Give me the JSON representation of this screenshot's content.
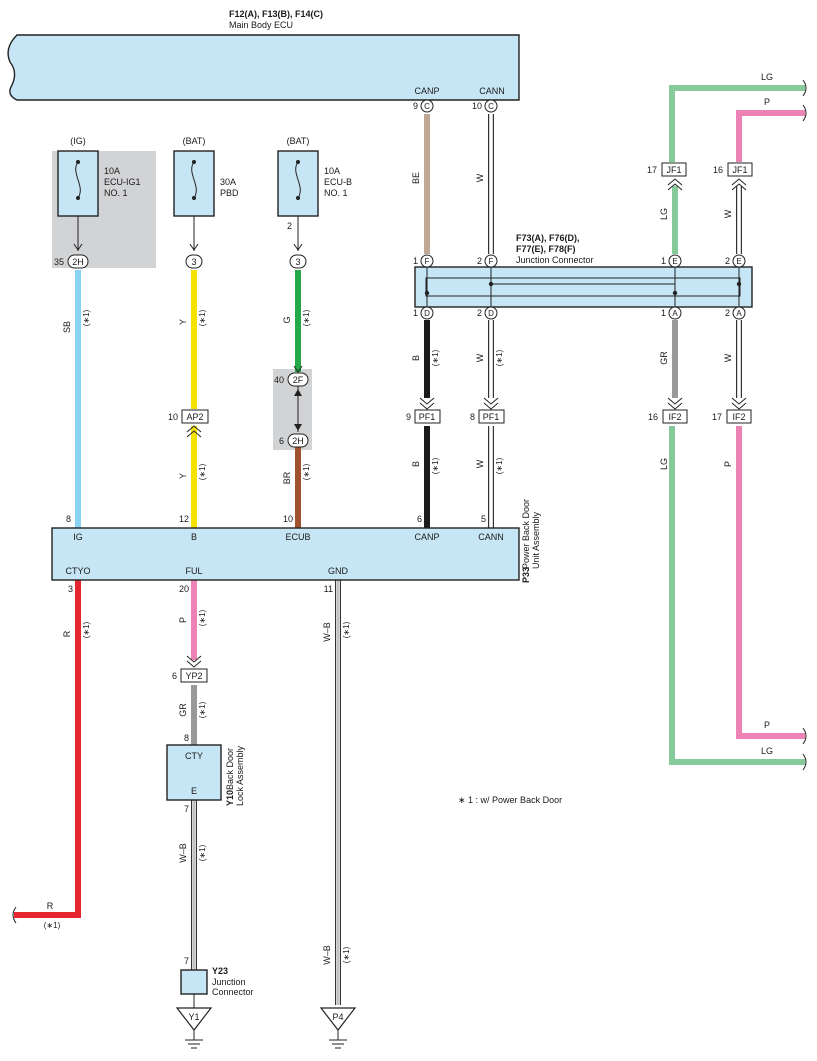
{
  "ecu": {
    "ids": "F12(A), F13(B), F14(C)",
    "name": "Main Body ECU",
    "canp": "CANP",
    "cann": "CANN",
    "canp_pin": "9",
    "canp_conn": "C",
    "cann_pin": "10",
    "cann_conn": "C"
  },
  "fuses": [
    {
      "source": "(IG)",
      "rating": "10A",
      "name1": "ECU-IG1",
      "name2": "NO. 1",
      "pin": "35",
      "conn": "2H"
    },
    {
      "source": "(BAT)",
      "rating": "30A",
      "name1": "PBD",
      "name2": "",
      "pin": "",
      "conn": "3"
    },
    {
      "source": "(BAT)",
      "rating": "10A",
      "name1": "ECU-B",
      "name2": "NO. 1",
      "pin": "2",
      "conn": "3"
    }
  ],
  "junction": {
    "ids1": "F73(A), F76(D),",
    "ids2": "F77(E), F78(F)",
    "name": "Junction Connector",
    "top_pins": [
      {
        "pin": "1",
        "conn": "F"
      },
      {
        "pin": "2",
        "conn": "F"
      },
      {
        "pin": "1",
        "conn": "E"
      },
      {
        "pin": "2",
        "conn": "E"
      }
    ],
    "bottom_pins": [
      {
        "pin": "1",
        "conn": "D"
      },
      {
        "pin": "2",
        "conn": "D"
      },
      {
        "pin": "1",
        "conn": "A"
      },
      {
        "pin": "2",
        "conn": "A"
      }
    ]
  },
  "connectors": {
    "ap2": {
      "pin": "10",
      "name": "AP2"
    },
    "twoF": {
      "pin": "40",
      "name": "2F"
    },
    "twoH": {
      "pin": "6",
      "name": "2H"
    },
    "pf1a": {
      "pin": "9",
      "name": "PF1"
    },
    "pf1b": {
      "pin": "8",
      "name": "PF1"
    },
    "if2a": {
      "pin": "16",
      "name": "IF2"
    },
    "if2b": {
      "pin": "17",
      "name": "IF2"
    },
    "jf1a": {
      "pin": "17",
      "name": "JF1"
    },
    "jf1b": {
      "pin": "16",
      "name": "JF1"
    },
    "yp2": {
      "pin": "6",
      "name": "YP2"
    }
  },
  "pbd_unit": {
    "id": "P33",
    "name1": "Power Back Door",
    "name2": "Unit Assembly",
    "top_terms": [
      {
        "pin": "8",
        "name": "IG"
      },
      {
        "pin": "12",
        "name": "B"
      },
      {
        "pin": "10",
        "name": "ECUB"
      },
      {
        "pin": "6",
        "name": "CANP"
      },
      {
        "pin": "5",
        "name": "CANN"
      }
    ],
    "bottom_terms": [
      {
        "pin": "3",
        "name": "CTYO"
      },
      {
        "pin": "20",
        "name": "FUL"
      },
      {
        "pin": "11",
        "name": "GND"
      }
    ]
  },
  "lock": {
    "id": "Y10",
    "name1": "Back Door",
    "name2": "Lock Assembly",
    "term_top": "CTY",
    "term_bottom": "E",
    "pin_top": "8",
    "pin_bottom": "7"
  },
  "junction2": {
    "id": "Y23",
    "name1": "Junction",
    "name2": "Connector",
    "pin": "7"
  },
  "grounds": {
    "g1": "Y1",
    "g2": "P4"
  },
  "wire_labels": {
    "sb": "SB",
    "y": "Y",
    "g": "G",
    "br": "BR",
    "be": "BE",
    "w": "W",
    "b": "B",
    "gr": "GR",
    "lg": "LG",
    "p": "P",
    "r": "R",
    "wb": "W–B"
  },
  "note_mark": "(∗1)",
  "footnote": "∗ 1 : w/ Power Back Door",
  "wire_colors": {
    "SB": "#88d3f1",
    "Y": "#f4e300",
    "G": "#25a84a",
    "BR": "#a0522d",
    "BE": "#c0a896",
    "B": "#1b1b1b",
    "GR": "#999999",
    "LG": "#86c99b",
    "P": "#ec83b4",
    "R": "#e52630",
    "W": "#ffffff"
  },
  "box_color": "#c7e6f5",
  "fuse_zone_color": "#d2d3d5"
}
